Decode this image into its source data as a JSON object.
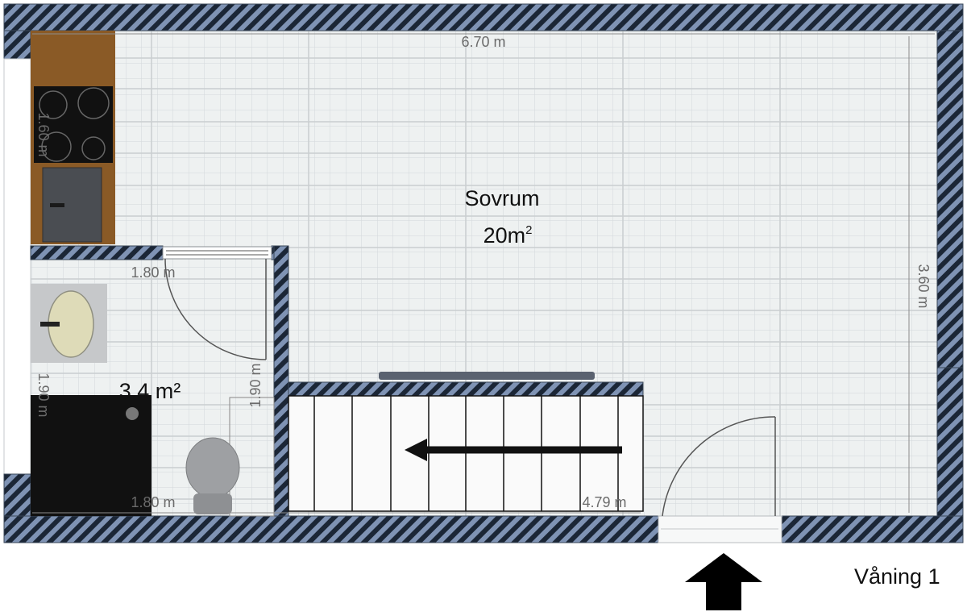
{
  "room_main": {
    "name": "Sovrum",
    "area_value": "20m",
    "area_sup": "2"
  },
  "room_bath": {
    "area": "3.4 m²"
  },
  "dimensions": {
    "top_width": "6.70 m",
    "right_height": "3.60 m",
    "kitchen_height": "1.60 m",
    "bath_top_width": "1.80 m",
    "bath_left_height": "1.90 m",
    "bath_right_height": "1.90 m",
    "bath_bottom_width": "1.80 m",
    "stair_width": "4.79 m"
  },
  "floor_label": "Våning 1",
  "colors": {
    "wall": "#7f93b4",
    "wall_hatch": "#1b2636",
    "floor": "#eef1f1",
    "grid": "#d3d8da",
    "cabinet": "#8a5a26"
  },
  "icons": [
    "stair-direction-arrow-icon",
    "entrance-arrow-icon"
  ]
}
